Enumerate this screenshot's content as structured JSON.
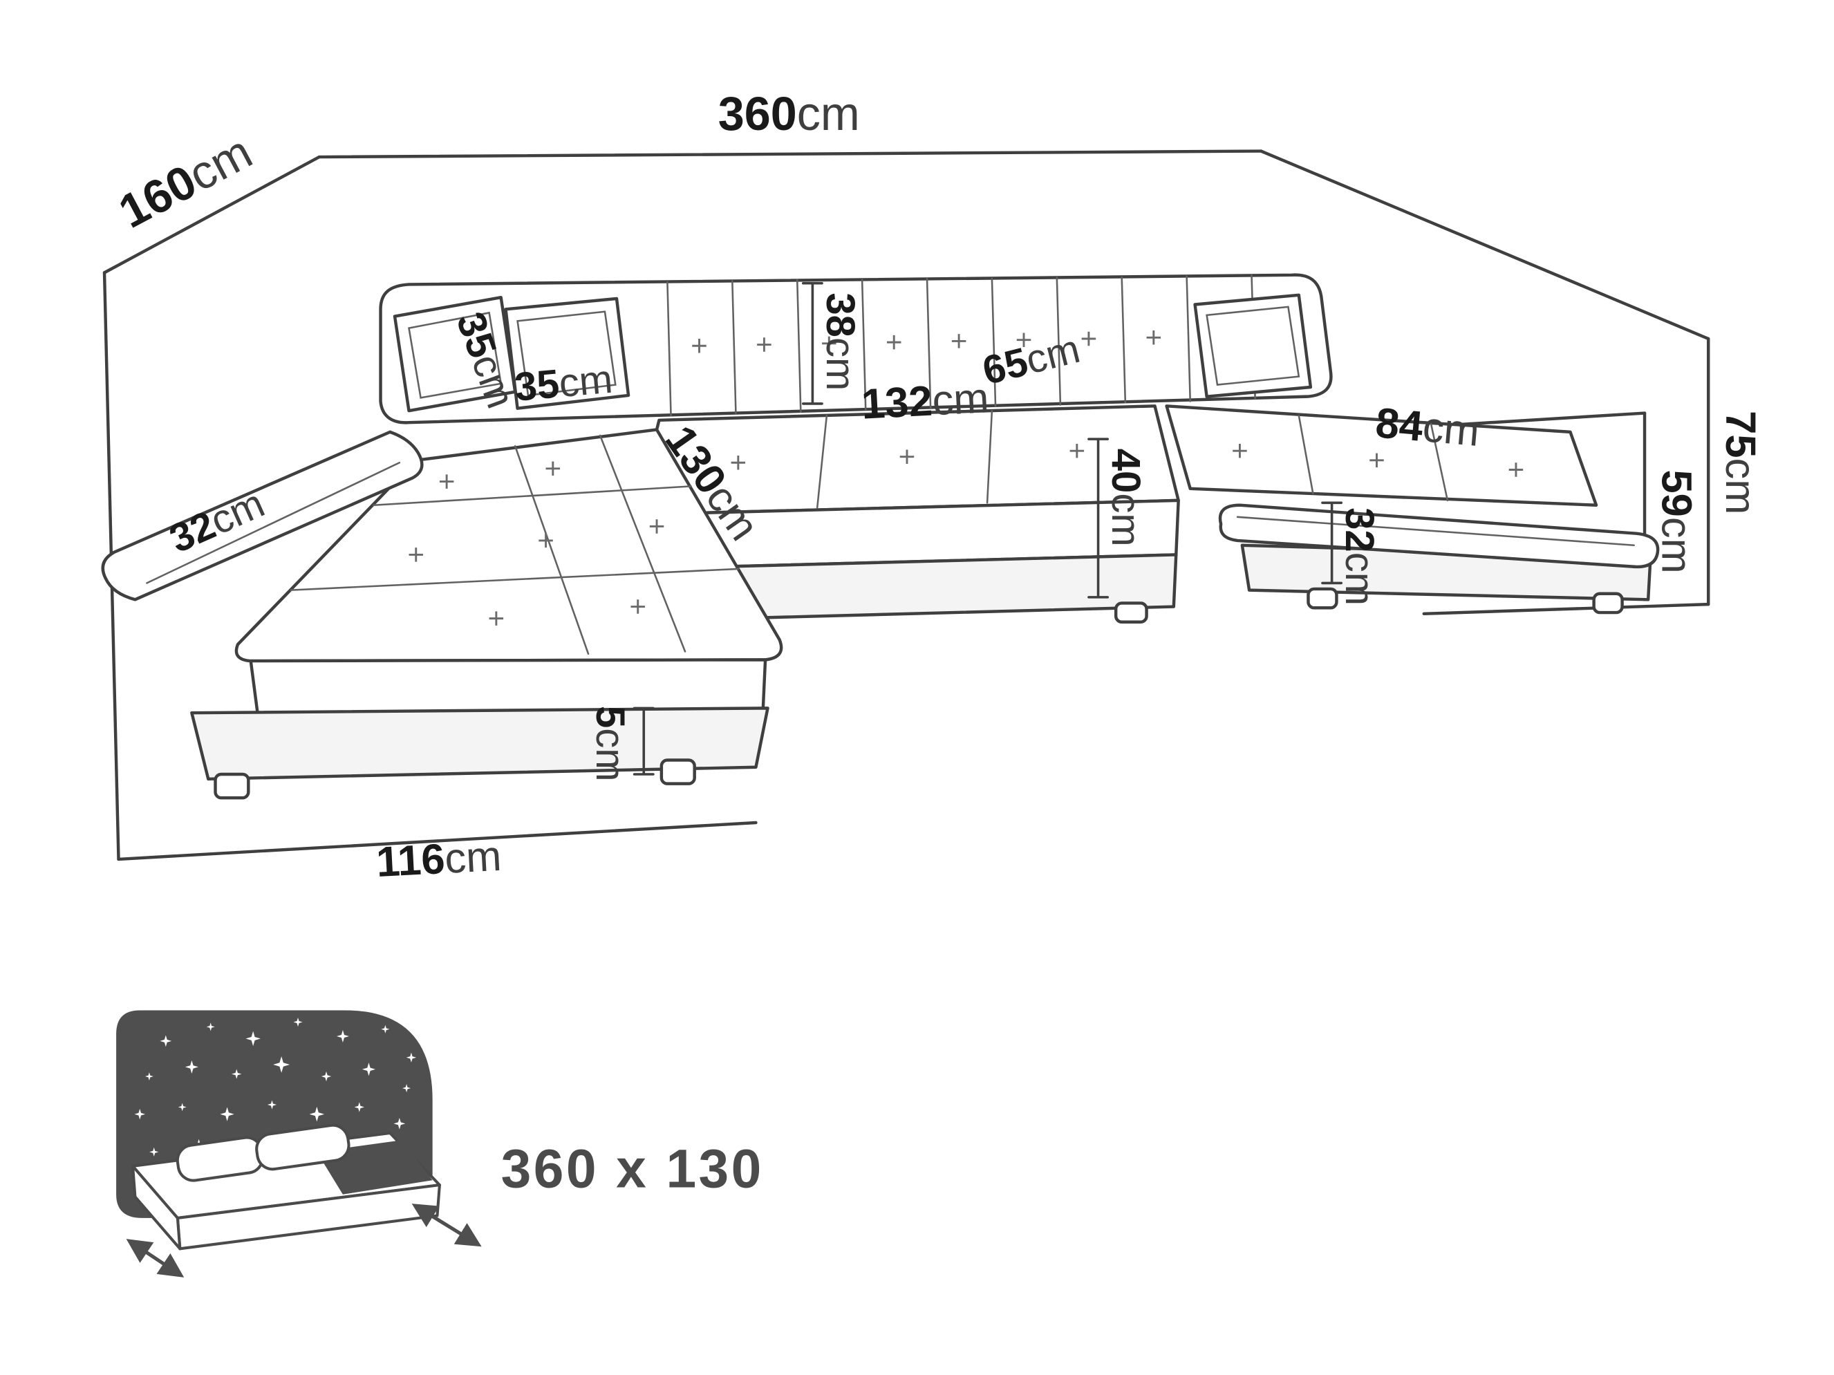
{
  "diagram": {
    "type": "sofa-dimension-diagram",
    "unit": "cm",
    "dimensions": {
      "total_width": {
        "value": "360",
        "unit": "cm"
      },
      "total_depth": {
        "value": "160",
        "unit": "cm"
      },
      "total_height": {
        "value": "75",
        "unit": "cm"
      },
      "armrest_height": {
        "value": "59",
        "unit": "cm"
      },
      "backrest_height": {
        "value": "38",
        "unit": "cm"
      },
      "pillow_back_left": {
        "value": "35",
        "unit": "cm"
      },
      "pillow_front_left": {
        "value": "35",
        "unit": "cm"
      },
      "seat_depth": {
        "value": "65",
        "unit": "cm"
      },
      "middle_seat_width": {
        "value": "132",
        "unit": "cm"
      },
      "right_seat_length": {
        "value": "84",
        "unit": "cm"
      },
      "left_chaise_length": {
        "value": "130",
        "unit": "cm"
      },
      "seat_height": {
        "value": "40",
        "unit": "cm"
      },
      "armrest_width_left": {
        "value": "32",
        "unit": "cm"
      },
      "armrest_width_right": {
        "value": "32",
        "unit": "cm"
      },
      "leg_height": {
        "value": "5",
        "unit": "cm"
      },
      "left_section_depth": {
        "value": "116",
        "unit": "cm"
      }
    }
  },
  "sleeping_function": {
    "icon": "bed-with-starry-headboard-icon",
    "size_label": "360 x 130"
  },
  "colors": {
    "line": "#3f3f3f",
    "number_text": "#1a1a1a",
    "unit_text": "#3f3f3f",
    "icon_gray": "#4f4f4f",
    "background": "#ffffff"
  }
}
